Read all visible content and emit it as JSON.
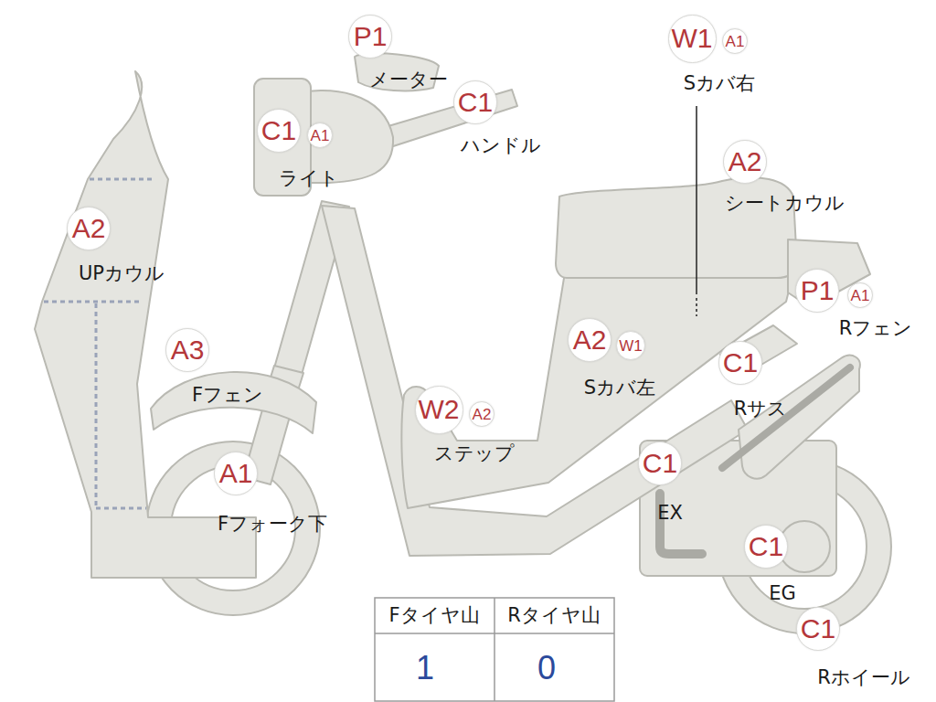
{
  "diagram": {
    "nodes": [
      {
        "text": [
          "P1"
        ]
      },
      {
        "text": [
          "W1"
        ]
      },
      {
        "text": [
          "A1"
        ]
      },
      {
        "text": [
          "C1"
        ]
      },
      {
        "text": [
          "C1"
        ]
      },
      {
        "text": [
          "A1"
        ]
      },
      {
        "text": [
          "A2"
        ]
      },
      {
        "text": [
          "A2"
        ]
      },
      {
        "text": [
          "P1"
        ]
      },
      {
        "text": [
          "A1"
        ]
      },
      {
        "text": [
          "A2"
        ]
      },
      {
        "text": [
          "W1"
        ]
      },
      {
        "text": [
          "A3"
        ]
      },
      {
        "text": [
          "C1"
        ]
      },
      {
        "text": [
          "W2"
        ]
      },
      {
        "text": [
          "A2"
        ]
      },
      {
        "text": [
          "C1"
        ]
      },
      {
        "text": [
          "A1"
        ]
      },
      {
        "text": [
          "C1"
        ]
      },
      {
        "text": [
          "C1"
        ]
      }
    ],
    "labels": [
      "メーター",
      "Sカバ右",
      "ハンドル",
      "ライト",
      "シートカウル",
      "UPカウル",
      "Rフェン",
      "Sカバ左",
      "Fフェン",
      "Rサス",
      "ステップ",
      "EX",
      "Fフォーク下",
      "EG",
      "Rホイール",
      "Fタイヤ山",
      "Rタイヤ山",
      "1",
      "0"
    ]
  }
}
